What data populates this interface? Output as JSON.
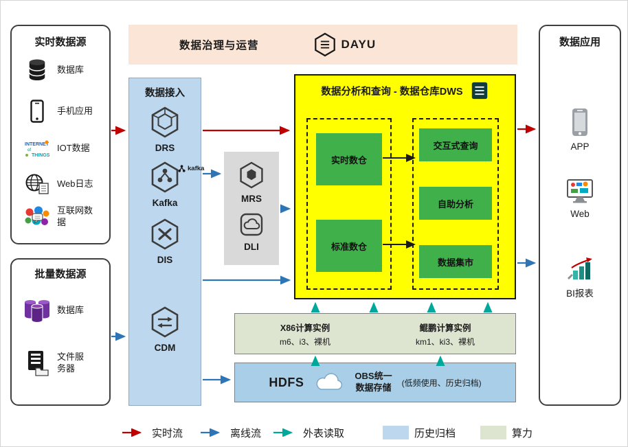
{
  "banner": {
    "title": "数据治理与运营",
    "product": "DAYU"
  },
  "realtime_sources": {
    "title": "实时数据源",
    "items": [
      {
        "label": "数据库",
        "icon": "database-icon"
      },
      {
        "label": "手机应用",
        "icon": "phone-icon"
      },
      {
        "label": "IOT数据",
        "icon": "iot-icon"
      },
      {
        "label": "Web日志",
        "icon": "web-log-icon"
      },
      {
        "label": "互联网数据",
        "icon": "internet-data-icon"
      }
    ]
  },
  "batch_sources": {
    "title": "批量数据源",
    "items": [
      {
        "label": "数据库",
        "icon": "purple-database-icon"
      },
      {
        "label": "文件服务器",
        "icon": "file-server-icon"
      }
    ]
  },
  "ingestion": {
    "title": "数据接入",
    "items": [
      {
        "label": "DRS",
        "icon": "drs-hexagon-icon"
      },
      {
        "label": "Kafka",
        "icon": "kafka-hexagon-icon",
        "badge": "kafka"
      },
      {
        "label": "DIS",
        "icon": "dis-hexagon-icon"
      },
      {
        "label": "CDM",
        "icon": "cdm-hexagon-icon"
      }
    ]
  },
  "processing": {
    "items": [
      {
        "label": "MRS",
        "icon": "mrs-hexagon-icon"
      },
      {
        "label": "DLI",
        "icon": "dli-cloud-icon"
      }
    ]
  },
  "dws": {
    "title": "数据分析和查询 - 数据仓库DWS",
    "warehouses": [
      "实时数仓",
      "标准数仓"
    ],
    "services": [
      "交互式查询",
      "自助分析",
      "数据集市"
    ]
  },
  "compute": {
    "x86_title": "X86计算实例",
    "x86_spec": "m6、i3、裸机",
    "kunpeng_title": "鲲鹏计算实例",
    "kunpeng_spec": "km1、ki3、裸机"
  },
  "storage": {
    "hdfs": "HDFS",
    "obs_line1": "OBS统一",
    "obs_line2": "数据存储",
    "note": "(低频使用、历史归档)"
  },
  "applications": {
    "title": "数据应用",
    "items": [
      {
        "label": "APP",
        "icon": "app-phone-icon"
      },
      {
        "label": "Web",
        "icon": "web-monitor-icon"
      },
      {
        "label": "BI报表",
        "icon": "bi-report-icon"
      }
    ]
  },
  "legend": {
    "realtime": "实时流",
    "offline": "离线流",
    "external": "外表读取",
    "archive": "历史归档",
    "compute": "算力"
  },
  "colors": {
    "realtime_flow": "#c00000",
    "offline_flow": "#2e75b6",
    "external_read": "#00a89b",
    "archive_fill": "#bdd7ee",
    "compute_fill": "#dde4cf",
    "dws_fill": "#ffff00",
    "green_box": "#3fb04a",
    "banner_fill": "#fbe5d6",
    "ingestion_fill": "#bdd7ee",
    "processing_fill": "#d9d9d9"
  }
}
